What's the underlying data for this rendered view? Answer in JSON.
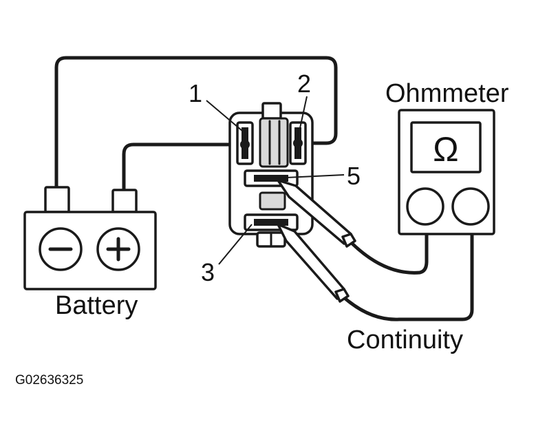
{
  "labels": {
    "battery": "Battery",
    "ohmmeter": "Ohmmeter",
    "continuity": "Continuity",
    "omega": "Ω",
    "minus": "−",
    "plus": "+",
    "terminal_1": "1",
    "terminal_2": "2",
    "terminal_3": "3",
    "terminal_5": "5"
  },
  "figure_id": "G02636325"
}
